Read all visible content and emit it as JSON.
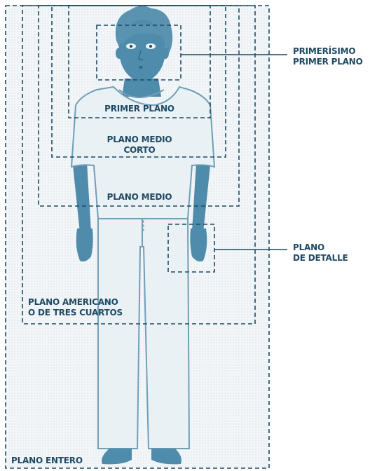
{
  "labels": {
    "primerisimo_line1": "PRIMERÍSIMO",
    "primerisimo_line2": "PRIMER PLANO",
    "primer_plano": "PRIMER PLANO",
    "medio_corto_line1": "PLANO MEDIO",
    "medio_corto_line2": "CORTO",
    "plano_medio": "PLANO MEDIO",
    "detalle_line1": "PLANO",
    "detalle_line2": "DE DETALLE",
    "americano_line1": "PLANO AMERICANO",
    "americano_line2": "O DE TRES CUARTOS",
    "entero": "PLANO ENTERO"
  },
  "colors": {
    "frame": "#1f4a63",
    "skin": "#4f8cab",
    "hair": "#5a93b0",
    "clothing_fill": "#eaf1f5",
    "clothing_stroke": "#6f9fb8",
    "text": "#1f4a63"
  }
}
